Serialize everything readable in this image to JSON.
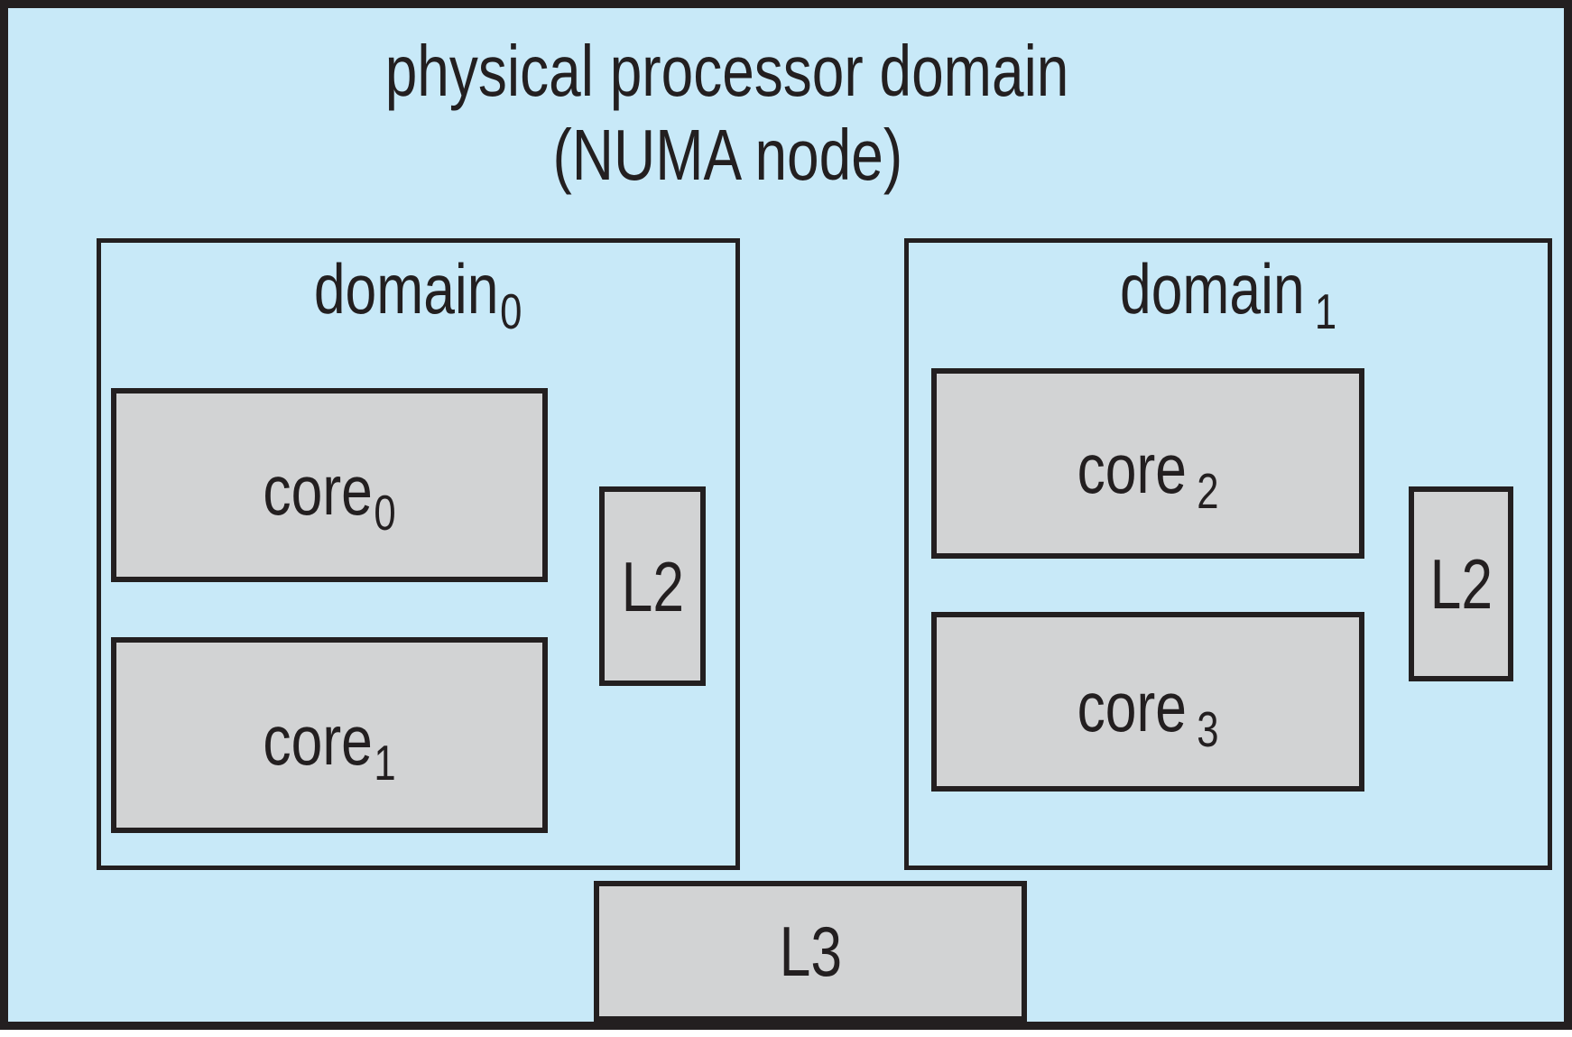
{
  "diagram": {
    "title_line1": "physical processor domain",
    "title_line2": "(NUMA node)",
    "domains": [
      {
        "name": "domain",
        "sub": "0",
        "l2_label": "L2",
        "cores": [
          {
            "name": "core",
            "sub": "0"
          },
          {
            "name": "core",
            "sub": "1"
          }
        ]
      },
      {
        "name": "domain",
        "sub": "1",
        "l2_label": "L2",
        "cores": [
          {
            "name": "core",
            "sub": "2"
          },
          {
            "name": "core",
            "sub": "3"
          }
        ]
      }
    ],
    "l3_label": "L3",
    "colors": {
      "background": "#c8e9f8",
      "box_fill": "#d2d3d4",
      "line": "#231f20"
    }
  }
}
